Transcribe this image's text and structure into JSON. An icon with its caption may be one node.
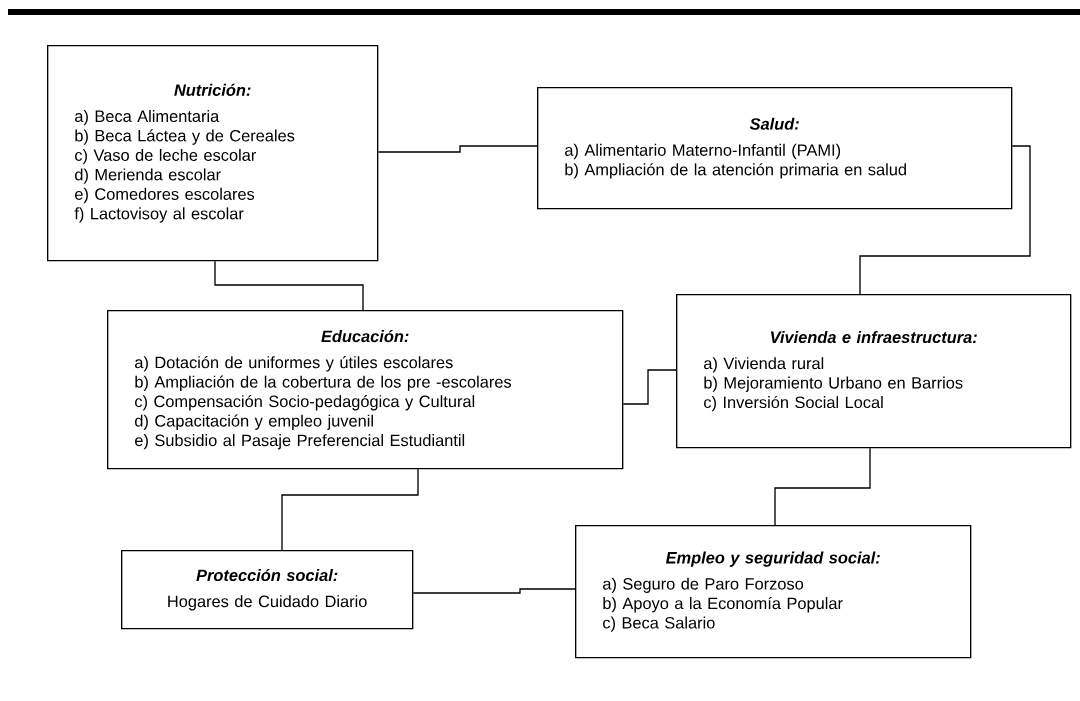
{
  "diagram": {
    "nodes": [
      {
        "text": [
          "Nutrición:",
          "a) Beca Alimentaria",
          "b) Beca Láctea y de Cereales",
          "c) Vaso de leche escolar",
          "d) Merienda escolar",
          "e) Comedores escolares",
          "f) Lactovisoy al escolar"
        ]
      },
      {
        "text": [
          "Salud:",
          "a) Alimentario Materno-Infantil (PAMI)",
          "b) Ampliación de la atención primaria en salud"
        ]
      },
      {
        "text": [
          "Educación:",
          "a) Dotación de uniformes y útiles escolares",
          "b) Ampliación de la cobertura de los pre -escolares",
          "c) Compensación Socio-pedagógica y Cultural",
          "d) Capacitación y empleo juvenil",
          "e) Subsidio al Pasaje Preferencial Estudiantil"
        ]
      },
      {
        "text": [
          "Vivienda e infraestructura:",
          "a) Vivienda rural",
          "b) Mejoramiento Urbano en Barrios",
          "c) Inversión Social Local"
        ]
      },
      {
        "text": [
          "Protección social:",
          "Hogares de Cuidado Diario"
        ]
      },
      {
        "text": [
          "Empleo y seguridad social:",
          "a) Seguro de Paro Forzoso",
          "b) Apoyo a la Economía Popular",
          "c) Beca Salario"
        ]
      }
    ],
    "edges": [
      {
        "from": 0,
        "to": 1,
        "arrow": "none"
      },
      {
        "from": 0,
        "to": 2,
        "arrow": "none"
      },
      {
        "from": 1,
        "to": 3,
        "arrow": "none"
      },
      {
        "from": 2,
        "to": 3,
        "arrow": "none"
      },
      {
        "from": 2,
        "to": 4,
        "arrow": "none"
      },
      {
        "from": 3,
        "to": 5,
        "arrow": "none"
      },
      {
        "from": 4,
        "to": 5,
        "arrow": "none"
      }
    ]
  }
}
